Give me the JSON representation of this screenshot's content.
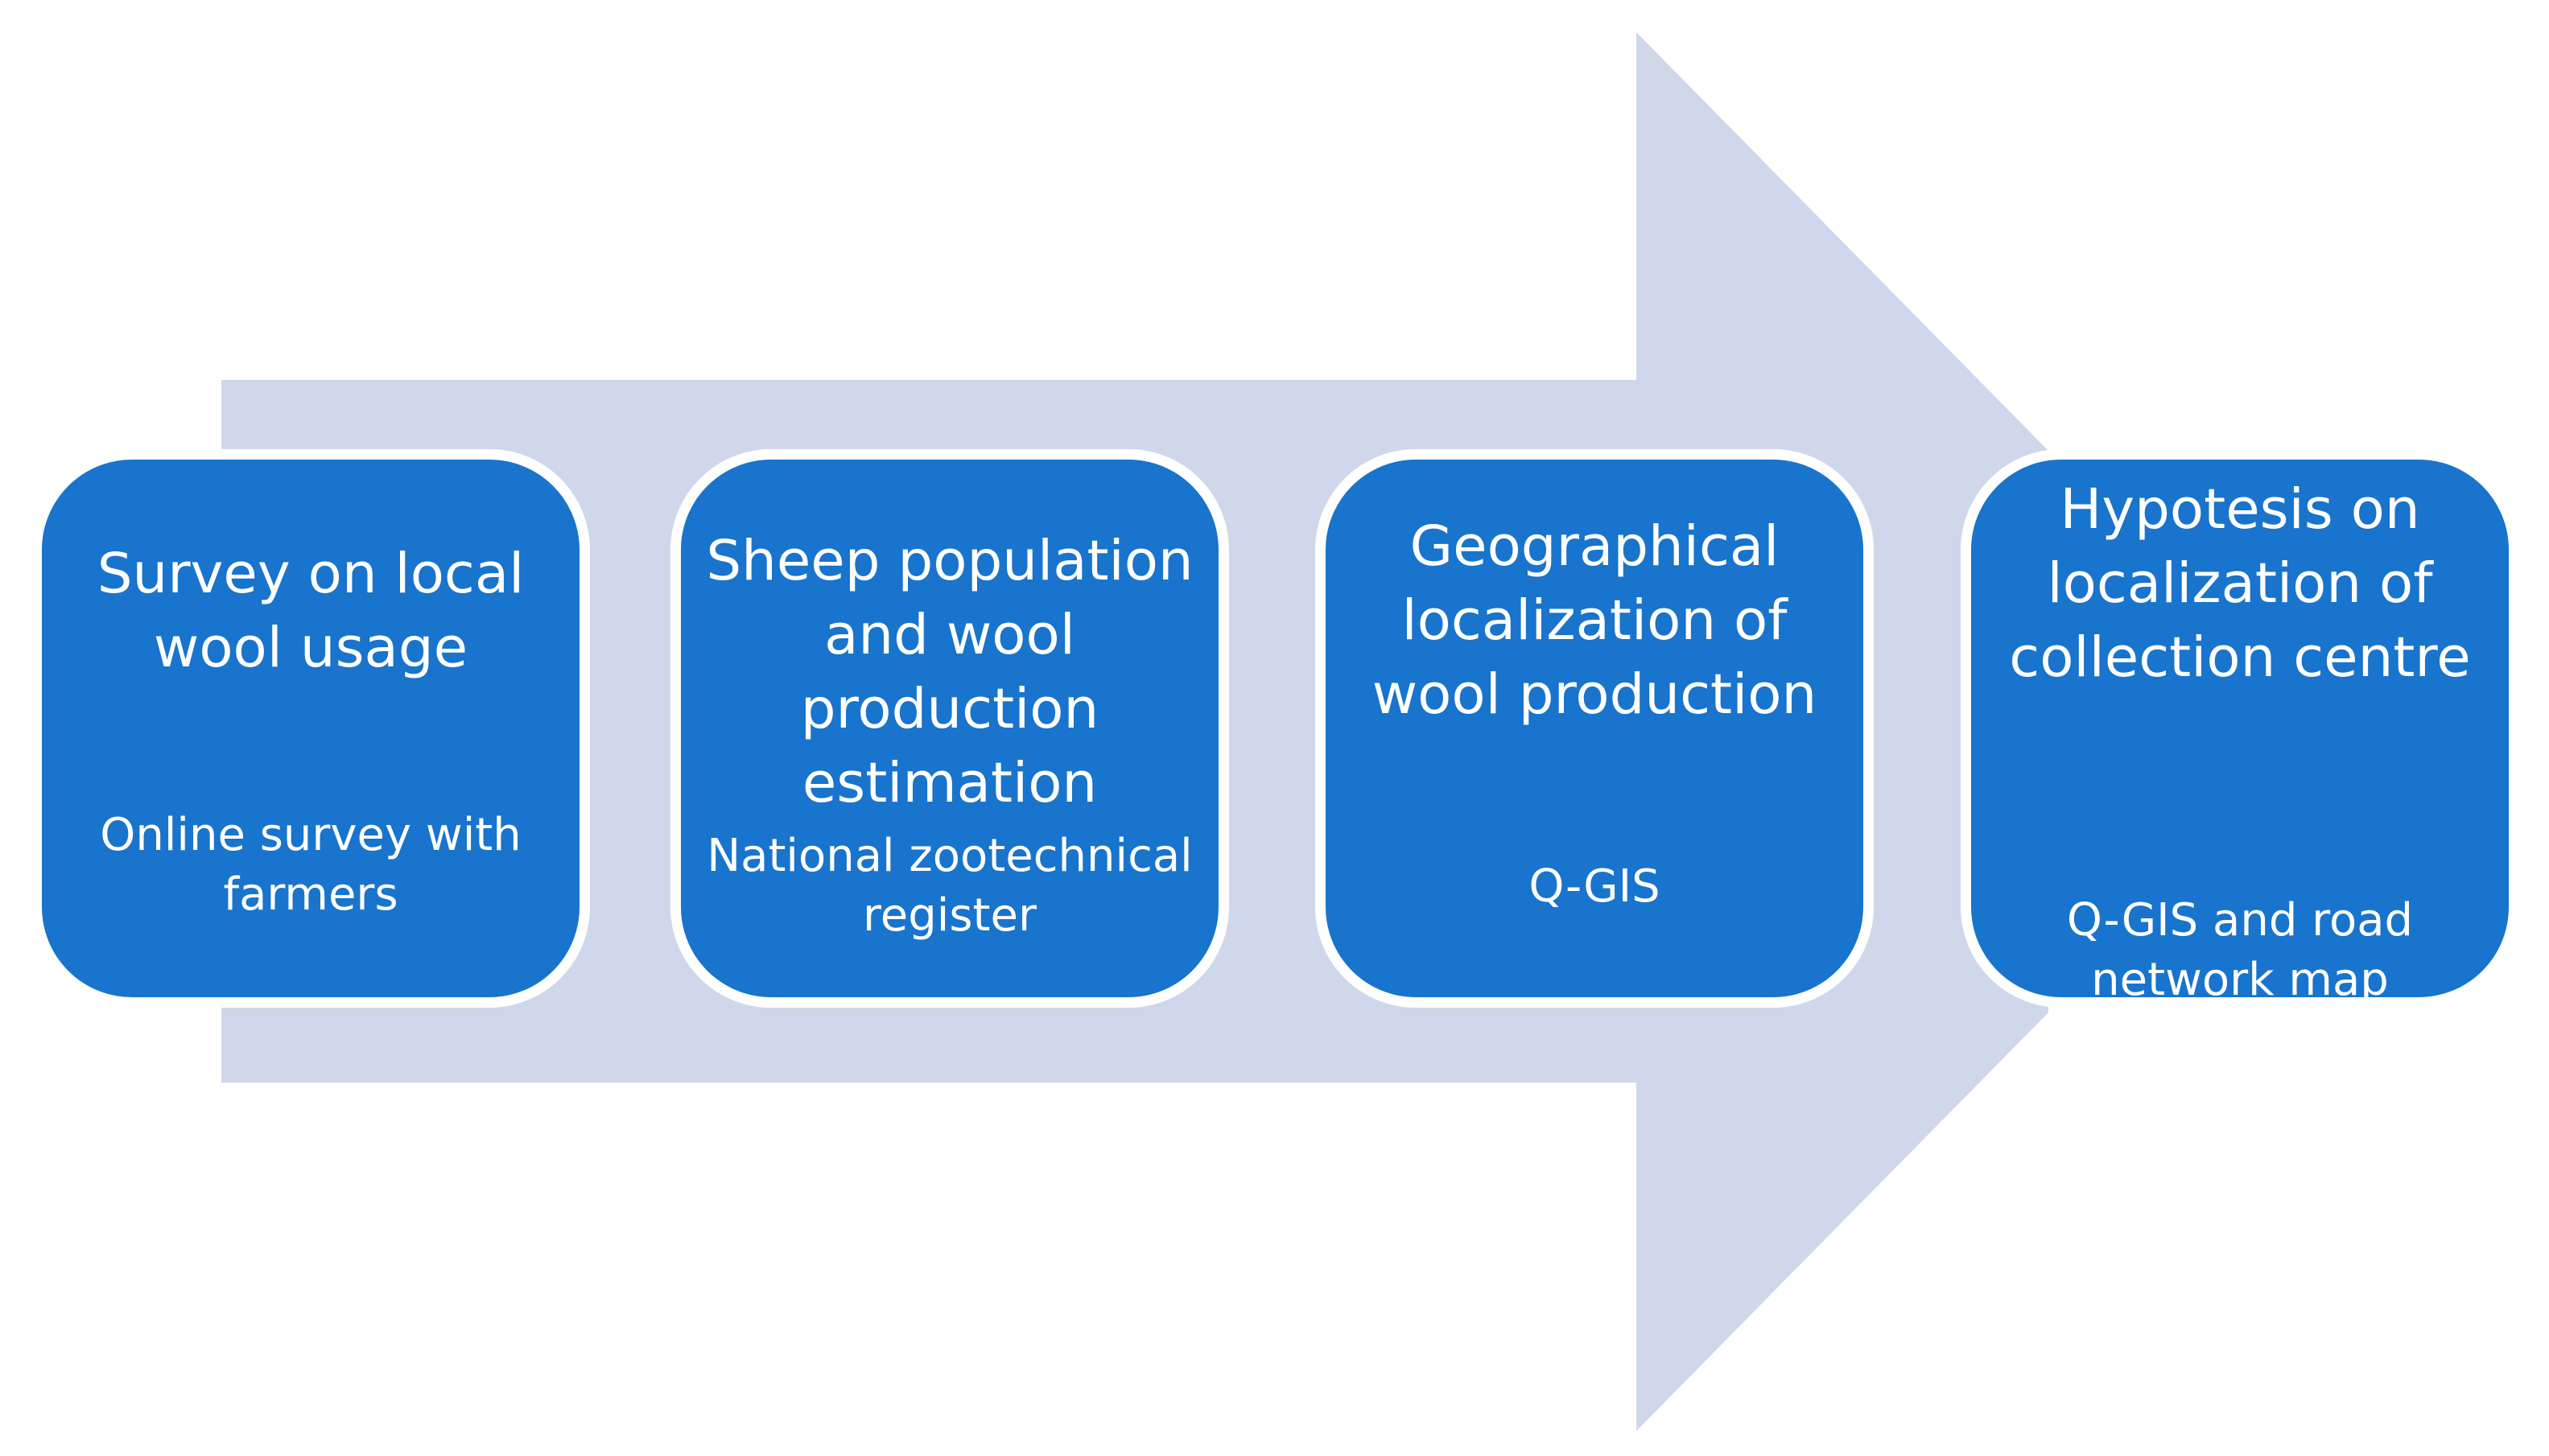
{
  "colors": {
    "arrow": "#cfd7eb",
    "box_fill": "#1874cc",
    "box_border": "#ffffff",
    "text": "#ffffff",
    "background": "#ffffff"
  },
  "steps": [
    {
      "title": "Survey on local wool usage",
      "tool": "Online survey with farmers"
    },
    {
      "title": "Sheep population and wool production estimation",
      "tool": "National zootechnical register"
    },
    {
      "title": "Geographical localization of wool production",
      "tool": "Q-GIS"
    },
    {
      "title": "Hypotesis on localization of collection centre",
      "tool": "Q-GIS and road network map"
    }
  ]
}
